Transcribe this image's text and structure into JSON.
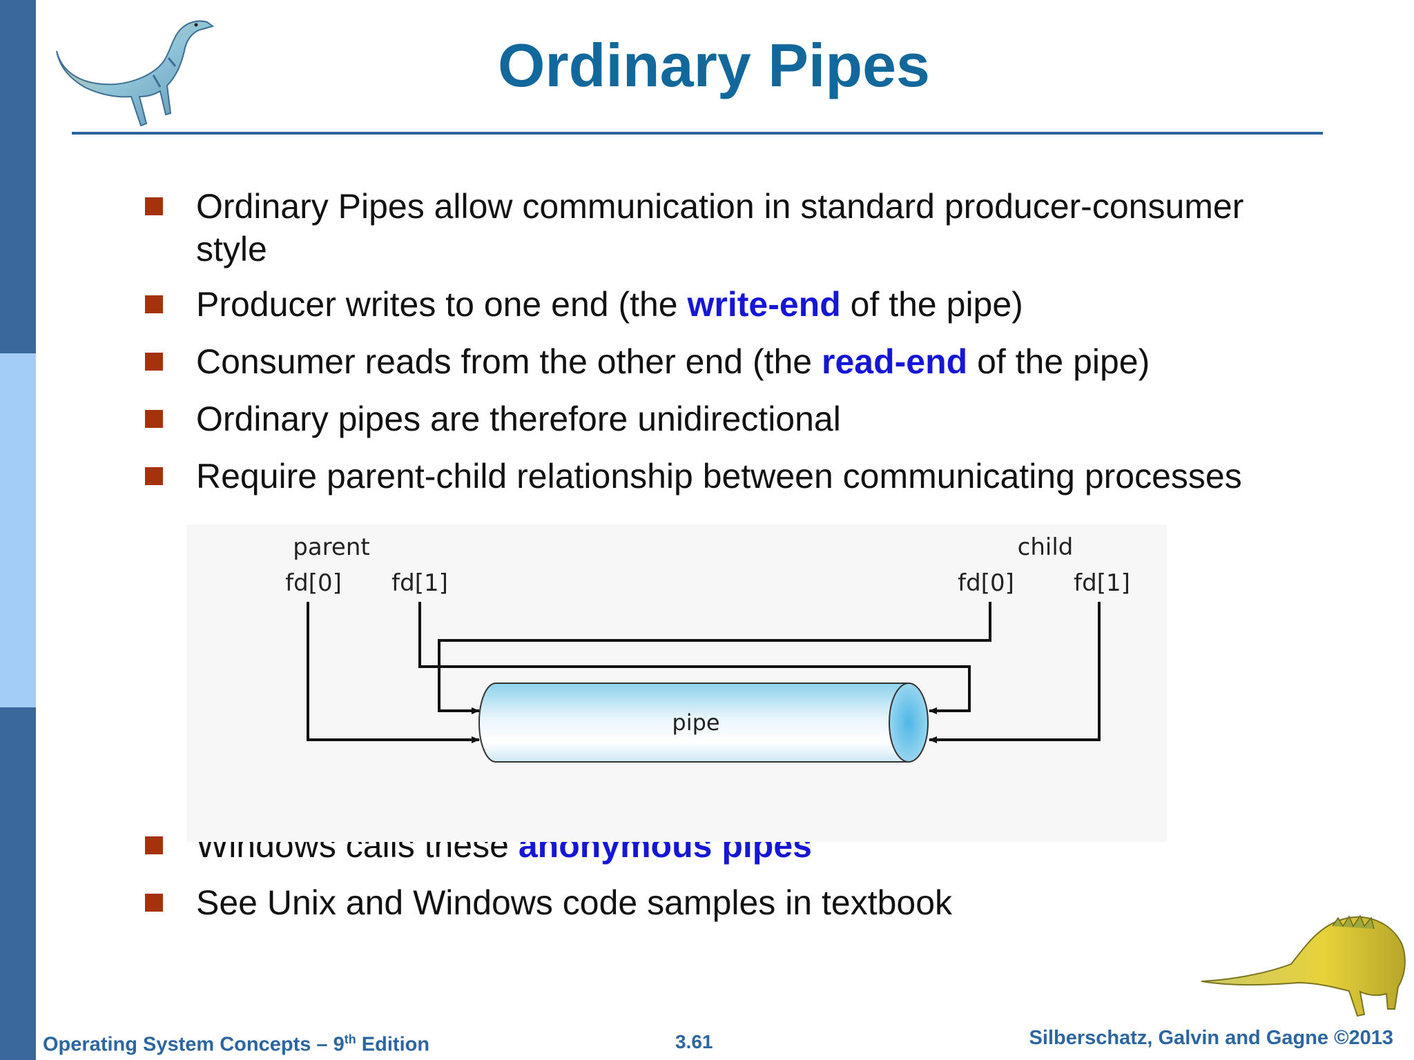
{
  "slide": {
    "title": "Ordinary Pipes"
  },
  "bullets": [
    {
      "pre": "Ordinary Pipes allow communication in standard producer-consumer style",
      "kw": "",
      "post": ""
    },
    {
      "pre": "Producer writes to one end (the ",
      "kw": "write-end",
      "post": " of the pipe)"
    },
    {
      "pre": "Consumer reads from the other end (the ",
      "kw": "read-end",
      "post": " of the pipe)"
    },
    {
      "pre": "Ordinary pipes are therefore unidirectional",
      "kw": "",
      "post": ""
    },
    {
      "pre": "Require parent-child relationship between communicating processes",
      "kw": "",
      "post": ""
    },
    {
      "pre": "Windows calls these ",
      "kw": "anonymous pipes",
      "post": ""
    },
    {
      "pre": "See Unix and Windows code samples in textbook",
      "kw": "",
      "post": ""
    }
  ],
  "diagram": {
    "parent_label": "parent",
    "child_label": "child",
    "parent_fd0": "fd[0]",
    "parent_fd1": "fd[1]",
    "child_fd0": "fd[0]",
    "child_fd1": "fd[1]",
    "pipe_label": "pipe"
  },
  "footer": {
    "left_main": "Operating System Concepts – 9",
    "left_sup": "th",
    "left_end": " Edition",
    "center": "3.61",
    "right": "Silberschatz, Galvin and Gagne ©2013"
  },
  "colors": {
    "title": "#12679b",
    "bullet_marker": "#a4320d",
    "keyword": "#1616d6",
    "footer": "#2c66a1",
    "sidebar_dark": "#3a679c",
    "sidebar_light": "#a3cdf7"
  },
  "icons": {
    "top_left": "dinosaur-illustration",
    "bottom_right": "dinosaur-illustration"
  }
}
